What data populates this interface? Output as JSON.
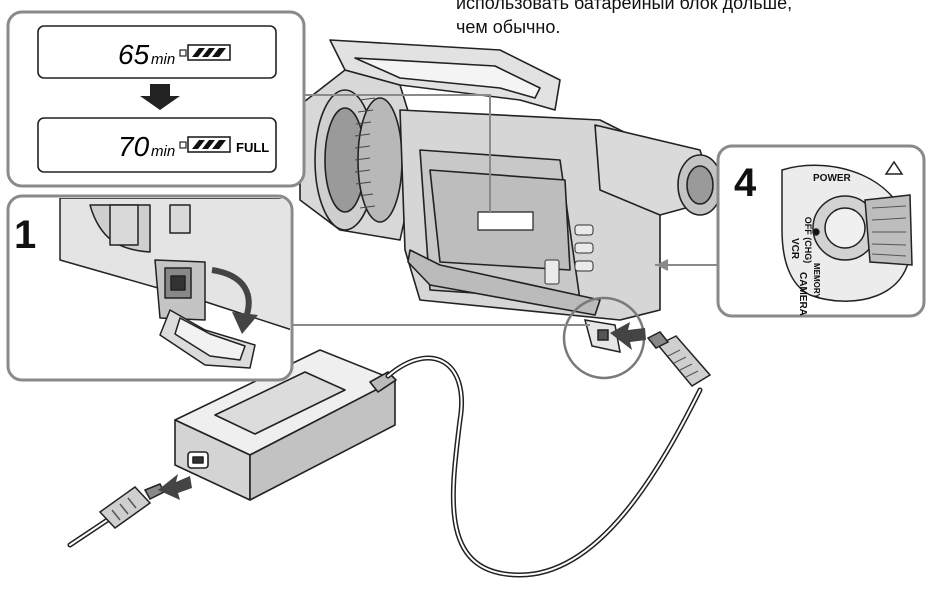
{
  "caption": {
    "line1": "использовать батарейный блок дольше,",
    "line2": "чем обычно."
  },
  "display": {
    "before": {
      "minutes": "65",
      "unit": "min"
    },
    "after": {
      "minutes": "70",
      "unit": "min",
      "status": "FULL"
    }
  },
  "steps": {
    "step1": "1",
    "step4": "4"
  },
  "power_switch": {
    "title": "POWER",
    "vcr": "VCR",
    "off_chg": "OFF (CHG)",
    "camera": "CAMERA",
    "memory": "MEMORY"
  }
}
